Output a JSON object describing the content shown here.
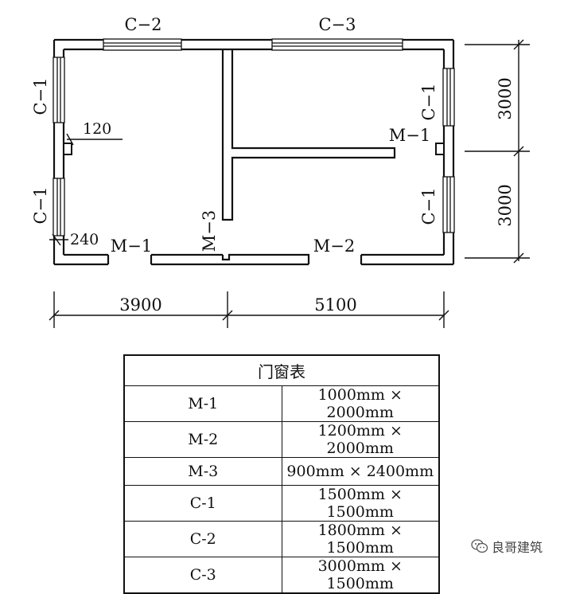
{
  "plan": {
    "window_labels": {
      "top_left": "C−2",
      "top_right": "C−3",
      "left_upper": "C−1",
      "left_lower": "C−1",
      "right_upper": "C−1",
      "right_lower": "C−1"
    },
    "door_labels": {
      "front_left": "M−1",
      "front_right": "M−2",
      "interior_vertical": "M−3",
      "interior_right": "M−1"
    },
    "wall_dims": {
      "interior_thickness": "120",
      "exterior_thickness": "240"
    },
    "horizontal_dims": [
      "3900",
      "5100"
    ],
    "vertical_dims": [
      "3000",
      "3000"
    ]
  },
  "schedule": {
    "title": "门窗表",
    "rows": [
      {
        "code": "M-1",
        "size": "1000mm × 2000mm"
      },
      {
        "code": "M-2",
        "size": "1200mm × 2000mm"
      },
      {
        "code": "M-3",
        "size": "900mm × 2400mm"
      },
      {
        "code": "C-1",
        "size": "1500mm × 1500mm"
      },
      {
        "code": "C-2",
        "size": "1800mm × 1500mm"
      },
      {
        "code": "C-3",
        "size": "3000mm × 1500mm"
      }
    ]
  },
  "watermark": {
    "text": "良哥建筑",
    "icon": "wechat-icon"
  }
}
